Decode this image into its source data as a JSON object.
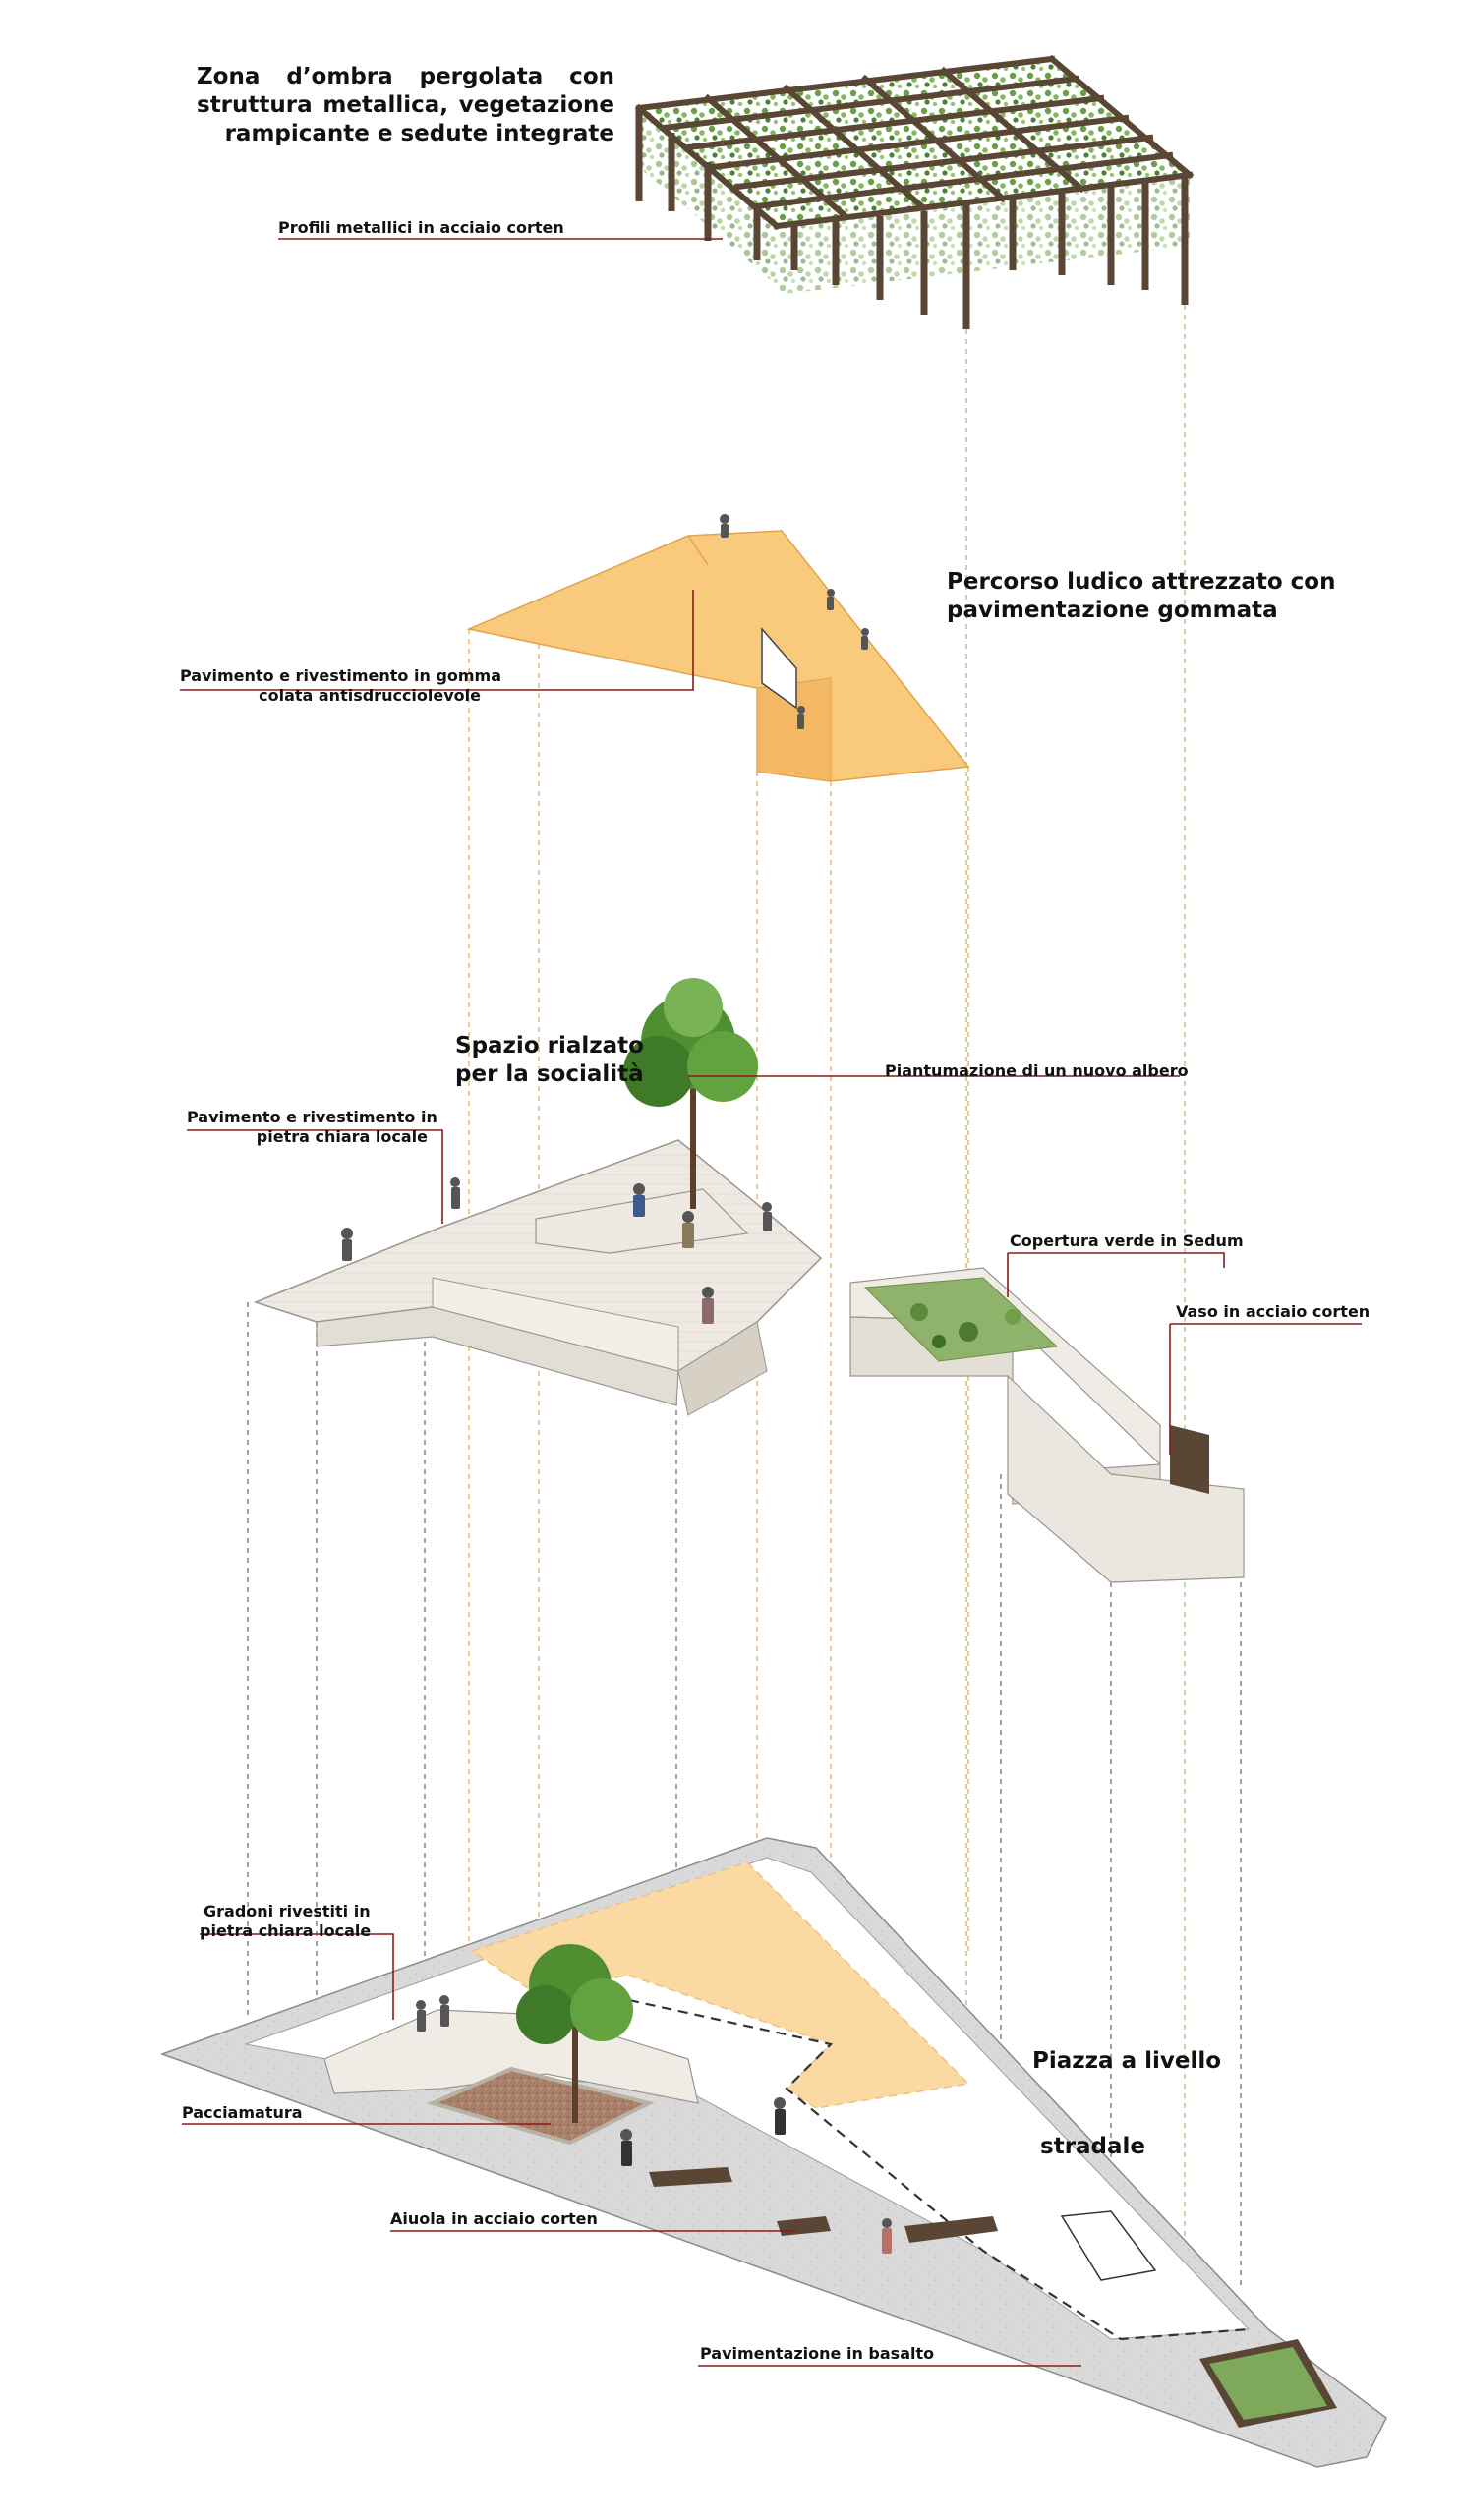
{
  "labels": {
    "pergola_title": [
      "Zona d’ombra pergolata con",
      "struttura metallica, vegetazione",
      "rampicante e sedute integrate"
    ],
    "corten_profiles": "Profili metallici in acciaio corten",
    "play_path_title": [
      "Percorso ludico attrezzato con",
      "pavimentazione gommata"
    ],
    "rubber_floor": [
      "Pavimento e rivestimento in gomma",
      "colata antisdrucciolevole"
    ],
    "raised_space_title": [
      "Spazio rialzato",
      "per la socialità"
    ],
    "new_tree": "Piantumazione di un nuovo albero",
    "stone_floor": [
      "Pavimento e rivestimento in",
      "pietra chiara locale"
    ],
    "sedum_roof": "Copertura verde in Sedum",
    "corten_vase": "Vaso in acciaio corten",
    "steps": [
      "Gradoni rivestiti in",
      "pietra chiara locale"
    ],
    "square_title": [
      "Piazza a livello",
      " stradale"
    ],
    "mulch": "Pacciamatura",
    "corten_bed": "Aiuola in acciaio corten",
    "basalt": "Pavimentazione in basalto"
  },
  "colors": {
    "leader": "#8b1a1a",
    "rubber": "#f9c97c",
    "corten": "#5a4634",
    "stone": "#ece8e1",
    "basalt": "#d6d6d6",
    "vegetation": "#4f8f32",
    "dashed_green": "#b9d49e",
    "dashed_orange": "#f4c27b",
    "dashed_gray": "#9a9a9a"
  }
}
